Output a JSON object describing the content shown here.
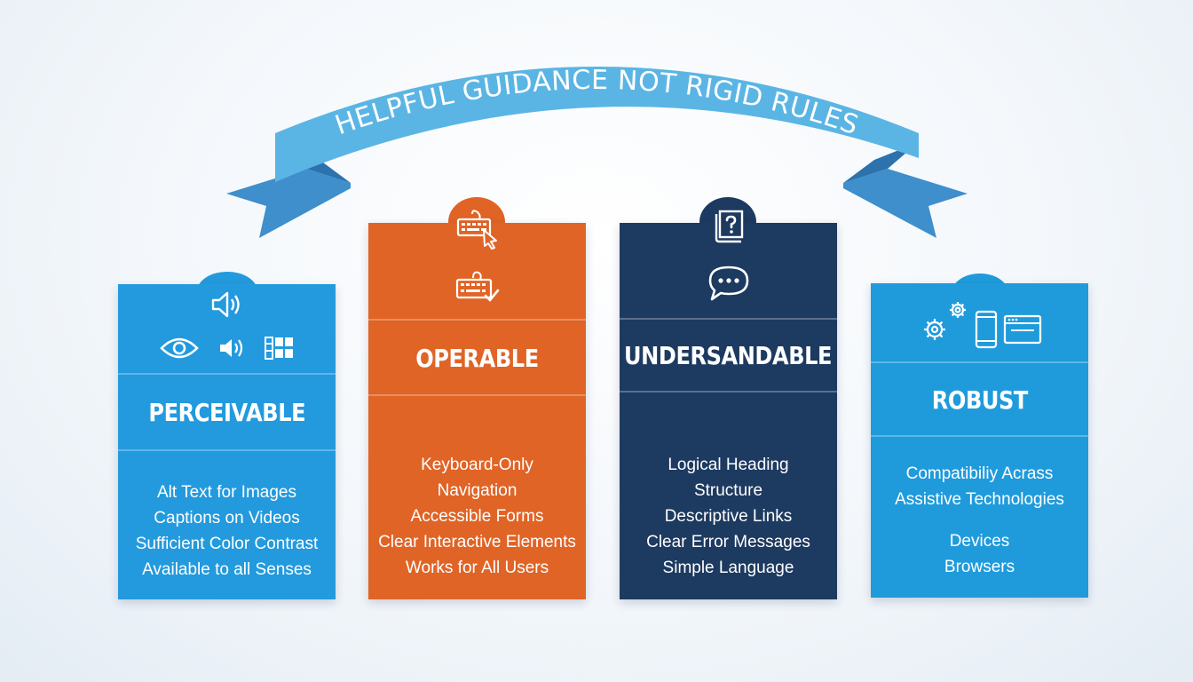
{
  "banner": {
    "text": "HELPFUL GUIDANCE NOT RIGID RULES",
    "color": "#5bb5e4"
  },
  "colors": {
    "perceivable": "#239add",
    "operable": "#e06426",
    "understandable": "#1d3a60",
    "robust": "#1f9bdc"
  },
  "principles": [
    {
      "title": "PERCEIVABLE",
      "icons": [
        "speaker-icon",
        "eye-icon",
        "speaker-icon",
        "grid-icon"
      ],
      "items": [
        "Alt Text for Images",
        "Captions on Videos",
        "Sufficient Color Contrast",
        "Available to all Senses"
      ]
    },
    {
      "title": "OPERABLE",
      "icons": [
        "keyboard-cursor-icon",
        "keyboard-check-icon"
      ],
      "items": [
        "Keyboard-Only",
        "Navigation",
        "Accessible Forms",
        "Clear Interactive Elements",
        "Works for All Users"
      ]
    },
    {
      "title": "UNDERSANDABLE",
      "icons": [
        "question-book-icon",
        "speech-bubble-icon"
      ],
      "items": [
        "Logical Heading",
        "Structure",
        "Descriptive Links",
        "Clear Error Messages",
        "Simple Language"
      ]
    },
    {
      "title": "ROBUST",
      "icons": [
        "gears-icon",
        "phone-icon",
        "browser-window-icon"
      ],
      "items": [
        "Compatibiliy Acrass",
        "Assistive Technologies",
        "Devices",
        "Browsers"
      ]
    }
  ]
}
